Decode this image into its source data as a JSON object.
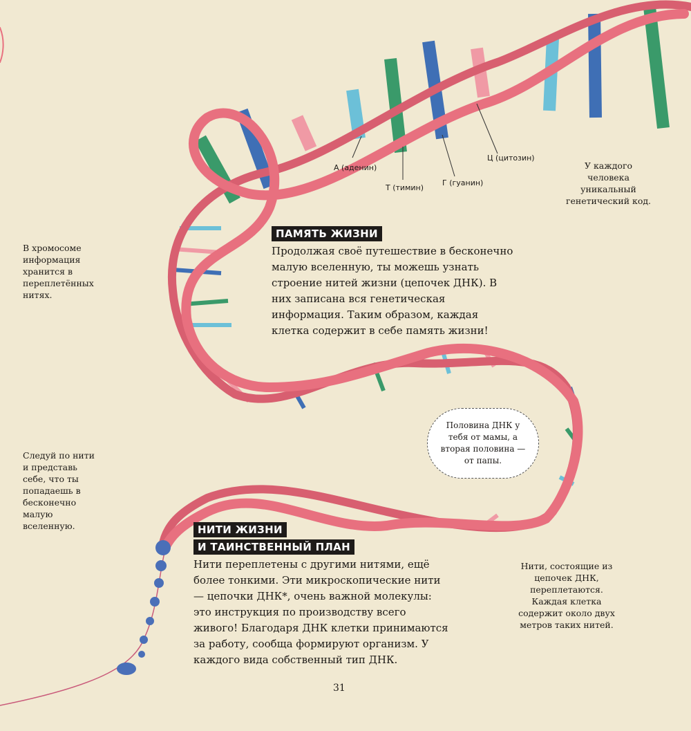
{
  "labels": {
    "a": "А (аденин)",
    "t": "Т (тимин)",
    "g": "Г (гуанин)",
    "c": "Ц (цитозин)"
  },
  "notes": {
    "unique_code": "У каждого человека уникальный генетический код.",
    "chromosome": "В хромосоме информация хранится в переплетённых нитях.",
    "follow": "Следуй по нити и представь себе, что ты попадаешь в бесконечно малую вселенную.",
    "strands": "Нити, состоящие из цепочек ДНК, переплетаются. Каждая клетка содержит около двух метров таких нитей."
  },
  "cloud": "Половина ДНК у тебя от мамы, а вторая половина — от папы.",
  "section1": {
    "heading": "ПАМЯТЬ ЖИЗНИ",
    "text": "Продолжая своё путешествие в бесконечно малую вселенную, ты можешь узнать строение нитей жизни (цепочек ДНК). В них записана вся генетическая информация. Таким образом, каждая клетка содержит в себе память жизни!"
  },
  "section2": {
    "heading_line1": "НИТИ ЖИЗНИ",
    "heading_line2": "И ТАИНСТВЕННЫЙ ПЛАН",
    "text": "Нити переплетены с другими нитями, ещё более тонкими. Эти микроскопические нити — цепочки ДНК*, очень важной молекулы: это инструкция по производству всего живого! Благодаря ДНК клетки принимаются за работу, сообща формируют организм. У каждого вида собственный тип ДНК."
  },
  "page_number": "31",
  "colors": {
    "strand": "#e8707f",
    "blue": "#3f6fb5",
    "green": "#3a9a6a",
    "cyan": "#6cc0d8",
    "pink": "#f09aa5",
    "bg": "#f1e9d2"
  }
}
